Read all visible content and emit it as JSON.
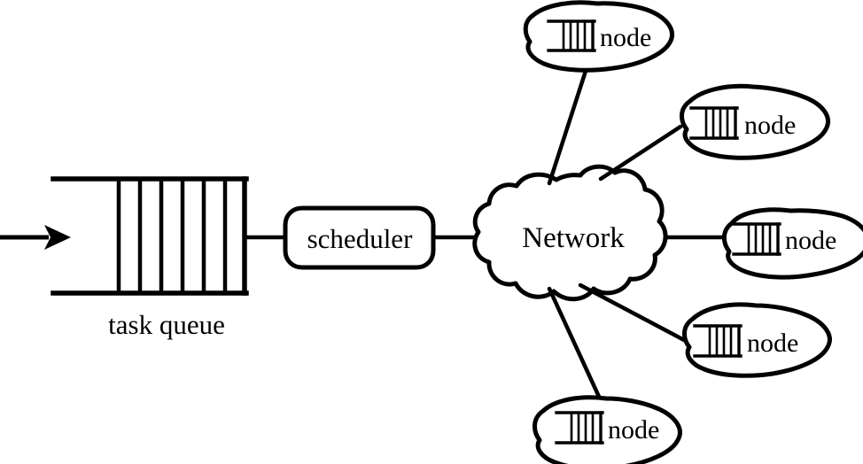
{
  "diagram": {
    "title_visible": false,
    "background_color": "#ffffff",
    "stroke_color": "#000000",
    "labels": {
      "task_queue": "task queue",
      "scheduler": "scheduler",
      "network": "Network"
    },
    "input_arrow": {
      "icon_name": "arrow-right-icon",
      "direction": "right"
    },
    "task_queue": {
      "icon_name": "task-queue-icon",
      "slot_count": 6,
      "open_side": "left"
    },
    "scheduler_box": {
      "shape": "rounded-rectangle"
    },
    "network_cloud": {
      "shape": "cloud"
    },
    "nodes": [
      {
        "label": "node",
        "icon_name": "node-queue-icon",
        "position": "top"
      },
      {
        "label": "node",
        "icon_name": "node-queue-icon",
        "position": "upper-right"
      },
      {
        "label": "node",
        "icon_name": "node-queue-icon",
        "position": "right"
      },
      {
        "label": "node",
        "icon_name": "node-queue-icon",
        "position": "lower-right"
      },
      {
        "label": "node",
        "icon_name": "node-queue-icon",
        "position": "bottom"
      }
    ],
    "connections": [
      {
        "from": "input-arrow",
        "to": "task-queue"
      },
      {
        "from": "task-queue",
        "to": "scheduler"
      },
      {
        "from": "scheduler",
        "to": "network"
      },
      {
        "from": "network",
        "to": "node-top"
      },
      {
        "from": "network",
        "to": "node-upper-right"
      },
      {
        "from": "network",
        "to": "node-right"
      },
      {
        "from": "network",
        "to": "node-lower-right"
      },
      {
        "from": "network",
        "to": "node-bottom"
      }
    ]
  }
}
